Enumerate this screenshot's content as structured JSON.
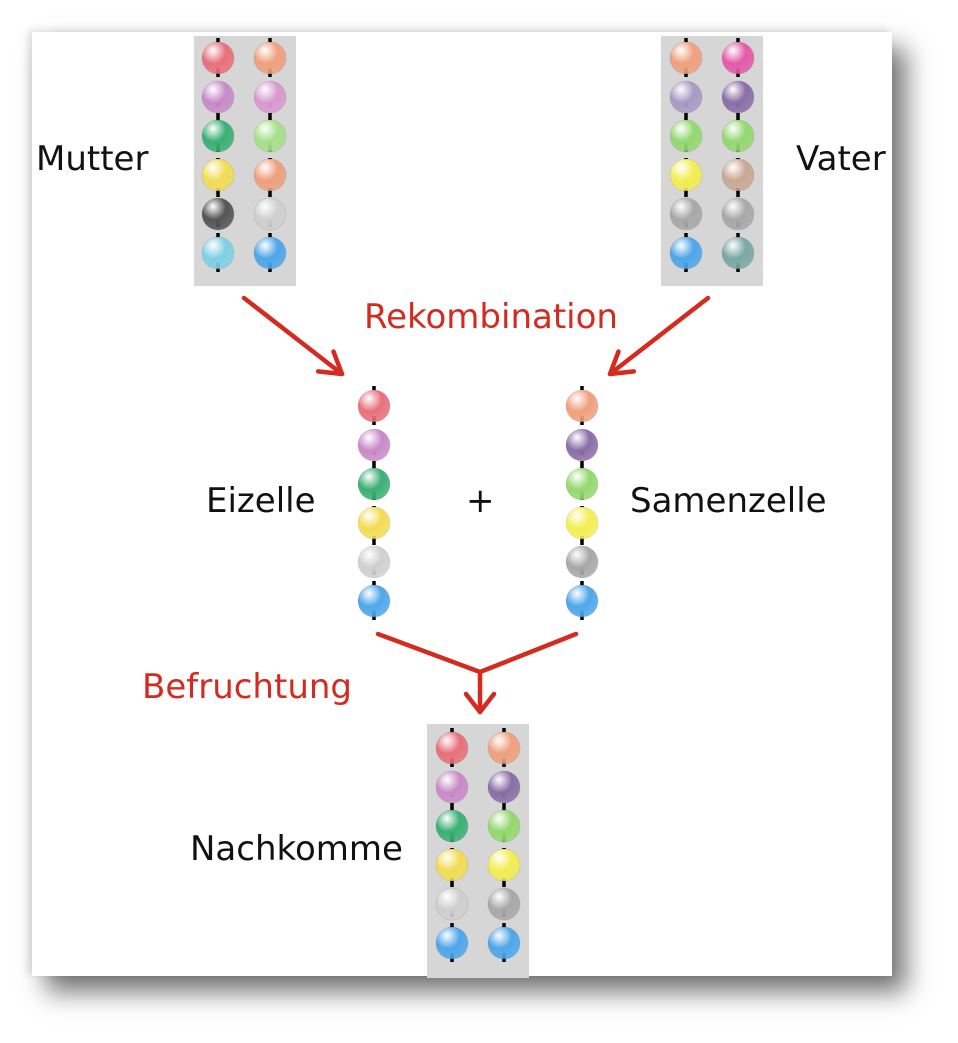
{
  "labels": {
    "mother": "Mutter",
    "father": "Vater",
    "recombination": "Rekombination",
    "egg_cell": "Eizelle",
    "plus": "+",
    "sperm_cell": "Samenzelle",
    "fertilization": "Befruchtung",
    "offspring": "Nachkomme"
  },
  "colors": {
    "text": "#111111",
    "process_label": "#d42a20",
    "arrow": "#d42a20",
    "chromosome_panel": "#d6d6d6",
    "chromosome_line": "#000000"
  },
  "bead_colors": {
    "red": "#e8707a",
    "pink": "#c98ac8",
    "green": "#3bb073",
    "yellow": "#f2dc55",
    "black": "#555555",
    "cyan": "#7ed0e4",
    "salmon": "#efa07e",
    "lightpink": "#d89ad0",
    "lightgreen": "#a6e08a",
    "lightgray": "#cfcfcf",
    "blue": "#4ea6ea",
    "magenta": "#e45aa8",
    "lavender": "#a89ac4",
    "limegreen": "#94d870",
    "brightyellow": "#f2ee52",
    "tan": "#c8a894",
    "gray": "#a8a8a8",
    "teal": "#7aa8a4",
    "purple": "#8a6ea6"
  },
  "chromosomes": {
    "mother": [
      [
        "red",
        "pink",
        "green",
        "yellow",
        "black",
        "cyan"
      ],
      [
        "salmon",
        "lightpink",
        "lightgreen",
        "salmon",
        "lightgray",
        "blue"
      ]
    ],
    "father": [
      [
        "salmon",
        "lavender",
        "limegreen",
        "brightyellow",
        "gray",
        "blue"
      ],
      [
        "magenta",
        "purple",
        "limegreen",
        "tan",
        "gray",
        "teal"
      ]
    ],
    "egg_cell": [
      "red",
      "pink",
      "green",
      "yellow",
      "lightgray",
      "blue"
    ],
    "sperm_cell": [
      "salmon",
      "purple",
      "limegreen",
      "brightyellow",
      "gray",
      "blue"
    ],
    "offspring": [
      [
        "red",
        "pink",
        "green",
        "yellow",
        "lightgray",
        "blue"
      ],
      [
        "salmon",
        "purple",
        "limegreen",
        "brightyellow",
        "gray",
        "blue"
      ]
    ]
  }
}
